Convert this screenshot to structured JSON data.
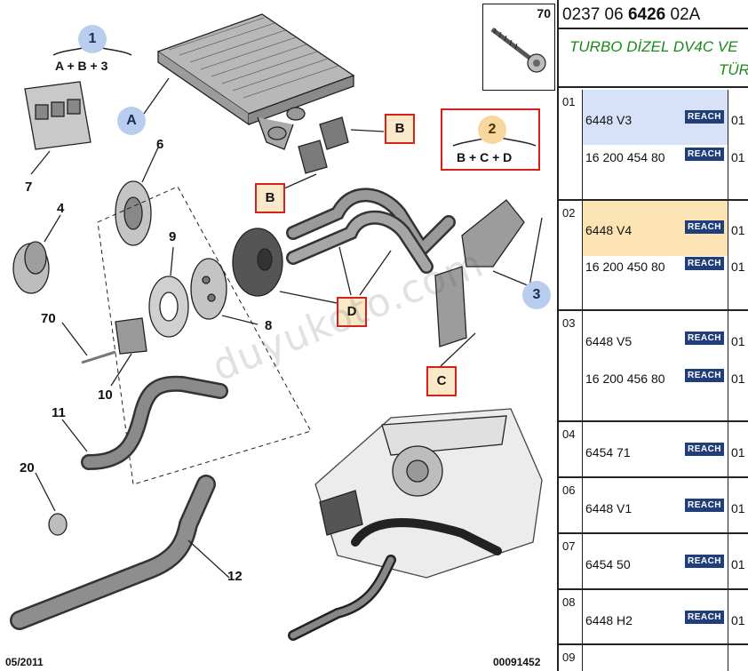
{
  "diagram": {
    "callouts": {
      "n6": "6",
      "n7": "7",
      "n4": "4",
      "n9": "9",
      "n70": "70",
      "n8": "8",
      "n10": "10",
      "n11": "11",
      "n20": "20",
      "n12": "12",
      "n3": "3"
    },
    "circle_labels": {
      "c1": "1",
      "cA": "A",
      "c2": "2",
      "c3": "3"
    },
    "box_labels": {
      "b1": "B",
      "b2": "B",
      "d1": "D",
      "c1": "C"
    },
    "formulas": {
      "f1": "A + B + 3",
      "f2": "B + C + D"
    },
    "screw_box_num": "70",
    "watermark": "duyukoto.com",
    "footer_date": "05/2011",
    "footer_code": "00091452",
    "colors": {
      "red_box": "#d7201a",
      "blue_circle": "#b9cdee",
      "orange_circle": "#f7d79e"
    }
  },
  "panel": {
    "ref_pre": "0237 06 ",
    "ref_bold": "6426",
    "ref_post": " 02A",
    "title_line1": "TURBO DİZEL DV4C VE",
    "title_line2": "TÜR",
    "reach_label": "REACH",
    "rows": [
      {
        "idx": "01",
        "p1": "6448 V3",
        "q1": "01",
        "p2": "16 200 454 80",
        "q2": "01"
      },
      {
        "idx": "02",
        "p1": "6448 V4",
        "q1": "01",
        "p2": "16 200 450 80",
        "q2": "01"
      },
      {
        "idx": "03",
        "p1": "6448 V5",
        "q1": "01",
        "p2": "16 200 456 80",
        "q2": "01"
      },
      {
        "idx": "04",
        "p1": "6454 71",
        "q1": "01"
      },
      {
        "idx": "06",
        "p1": "6448 V1",
        "q1": "01"
      },
      {
        "idx": "07",
        "p1": "6454 50",
        "q1": "01"
      },
      {
        "idx": "08",
        "p1": "6448 H2",
        "q1": "01"
      },
      {
        "idx": "09"
      }
    ],
    "colors": {
      "row1_band": "#d7e1f7",
      "row2_band": "#fbe3b4",
      "title_green": "#1a8a1a",
      "reach_bg": "#1f3e7a"
    }
  }
}
